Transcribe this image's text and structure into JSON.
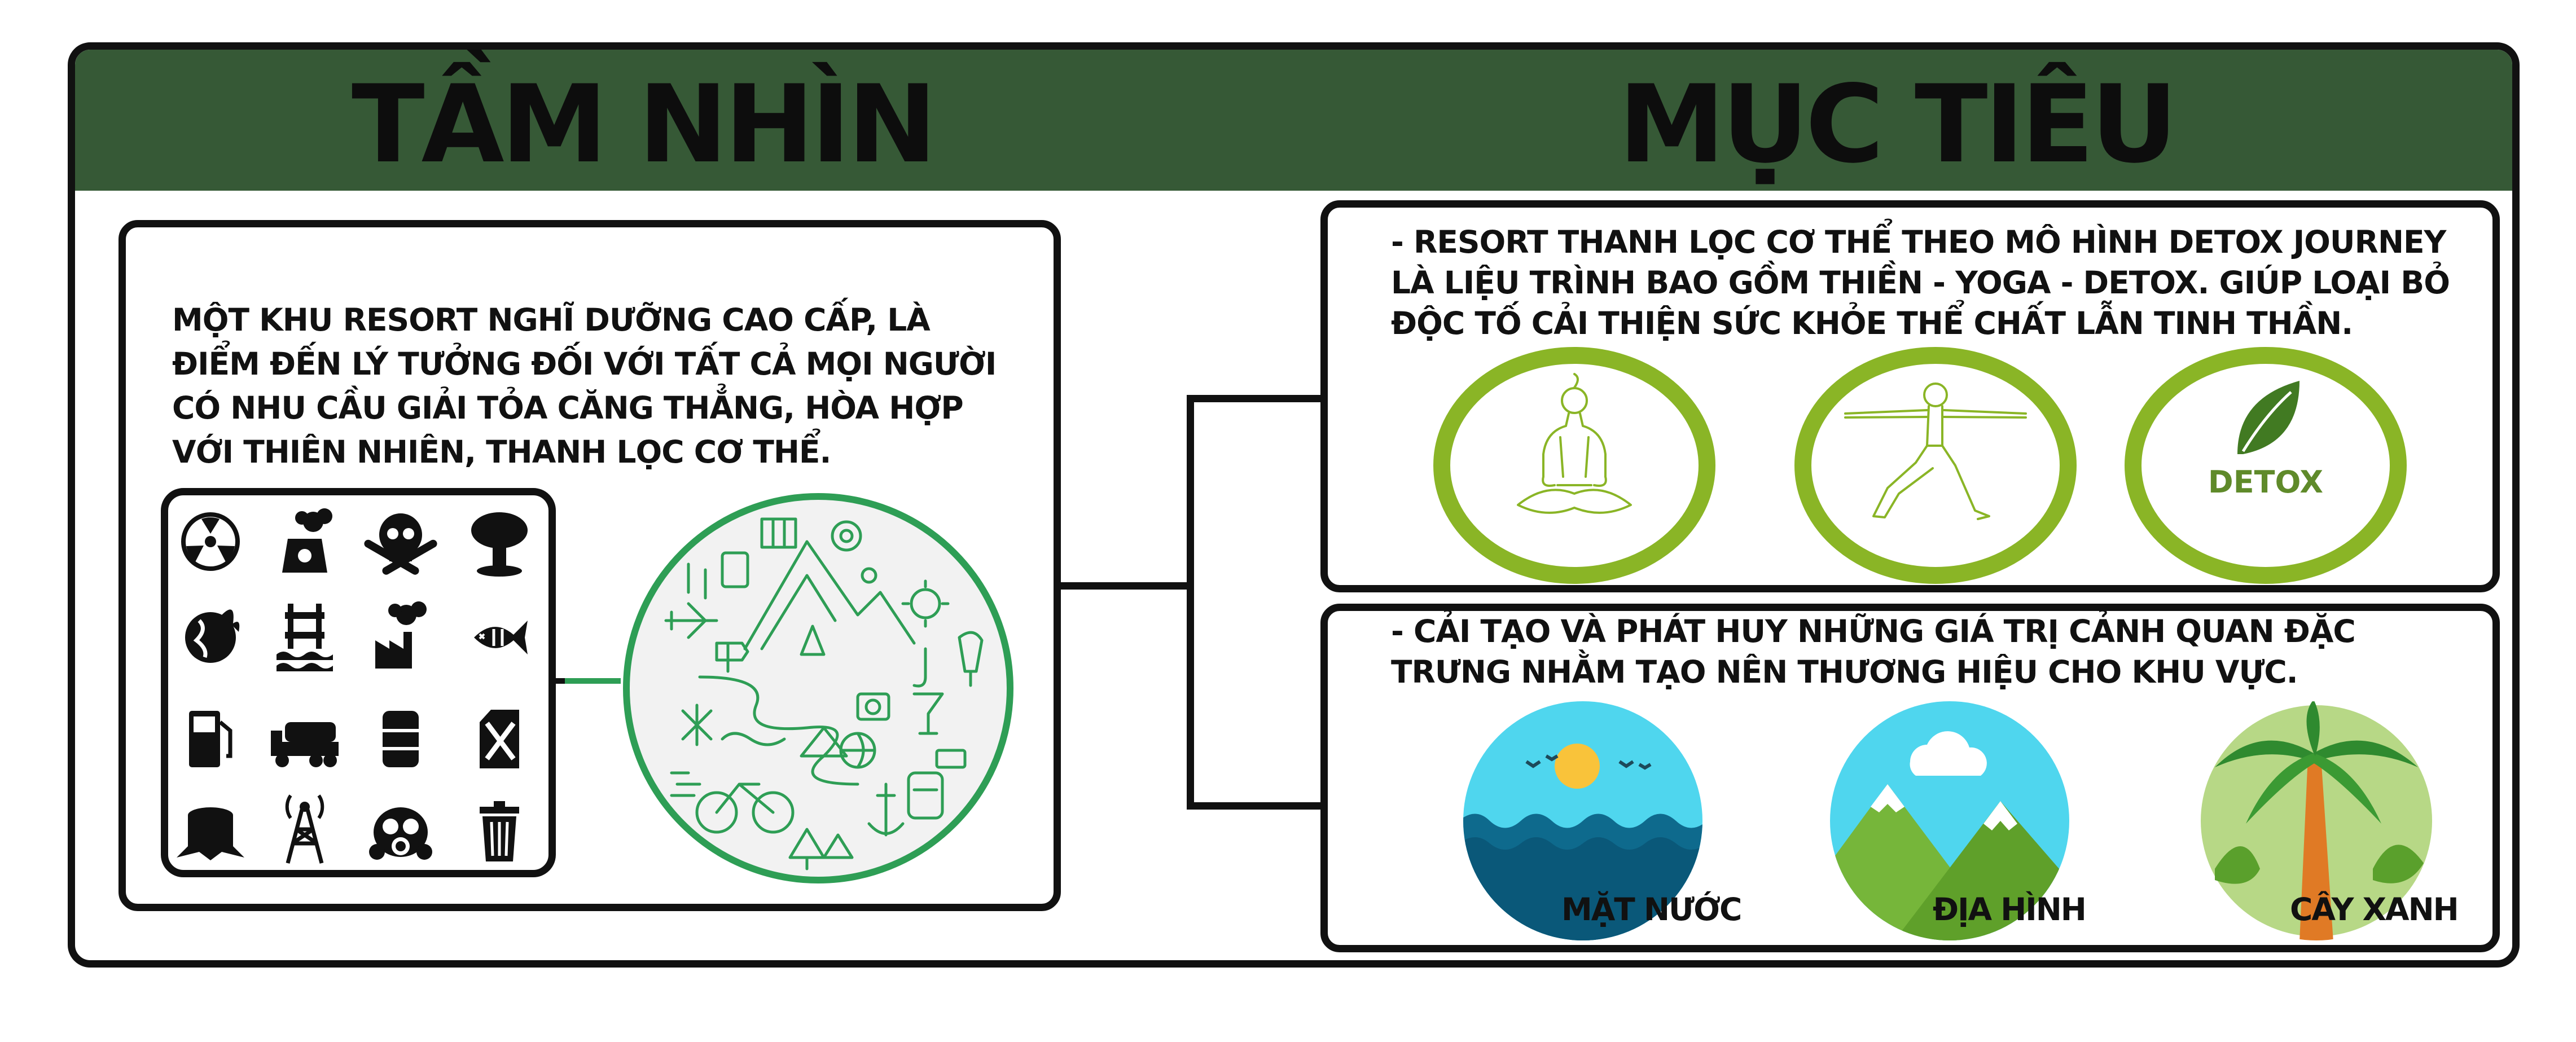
{
  "header": {
    "left_title": "TẦM NHÌN",
    "right_title": "MỤC TIÊU"
  },
  "vision": {
    "text": "MỘT KHU RESORT NGHĨ DƯỠNG CAO CẤP, LÀ ĐIỂM ĐẾN LÝ TƯỞNG ĐỐI VỚI TẤT CẢ MỌI NGƯỜI CÓ NHU CẦU GIẢI TỎA CĂNG THẲNG, HÒA HỢP VỚI THIÊN NHIÊN, THANH LỌC CƠ THỂ."
  },
  "goal1": {
    "text": "- RESORT THANH LỌC CƠ THỂ THEO MÔ HÌNH DETOX JOURNEY LÀ LIỆU TRÌNH BAO GỒM THIỀN - YOGA - DETOX. GIÚP LOẠI BỎ ĐỘC TỐ CẢI THIỆN SỨC KHỎE THỂ CHẤT LẪN TINH THẦN.",
    "detox_label": "DETOX"
  },
  "goal2": {
    "text": "- CẢI TẠO VÀ PHÁT HUY NHỮNG GIÁ TRỊ CẢNH QUAN ĐẶC TRƯNG NHẰM TẠO NÊN THƯƠNG HIỆU CHO KHU VỰC.",
    "items": [
      {
        "label": "MẶT NƯỚC"
      },
      {
        "label": "ĐỊA HÌNH"
      },
      {
        "label": "CÂY XANH"
      }
    ]
  },
  "colors": {
    "header": "#365936",
    "yoga_green": "#8ab526",
    "travel_green": "#2e9e55",
    "water_sky": "#4fd6ee",
    "palm_bg": "#b7d886"
  },
  "pollution_icons": [
    "radiation-icon",
    "nuclear-plant-icon",
    "skull-crossbones-icon",
    "mushroom-cloud-icon",
    "burning-globe-icon",
    "oil-rig-icon",
    "factory-smoke-icon",
    "dead-fish-icon",
    "fuel-pump-icon",
    "tanker-truck-icon",
    "oil-barrel-icon",
    "no-jerrycan-icon",
    "tree-stump-icon",
    "radio-tower-icon",
    "gas-mask-icon",
    "trash-bin-icon"
  ]
}
